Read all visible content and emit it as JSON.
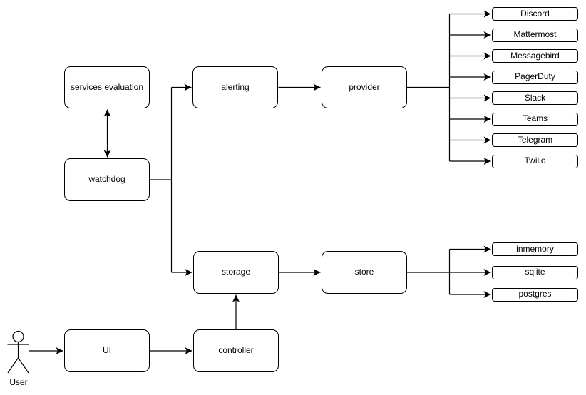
{
  "colors": {
    "bg": "#ffffff",
    "fill": "#ffffff",
    "stroke": "#000000",
    "text": "#000000"
  },
  "nodes": {
    "services_evaluation": "services evaluation",
    "watchdog": "watchdog",
    "alerting": "alerting",
    "provider": "provider",
    "storage": "storage",
    "store": "store",
    "ui": "UI",
    "controller": "controller"
  },
  "providers": [
    "Discord",
    "Mattermost",
    "Messagebird",
    "PagerDuty",
    "Slack",
    "Teams",
    "Telegram",
    "Twilio"
  ],
  "stores": [
    "inmemory",
    "sqlite",
    "postgres"
  ],
  "actor": {
    "label": "User"
  }
}
